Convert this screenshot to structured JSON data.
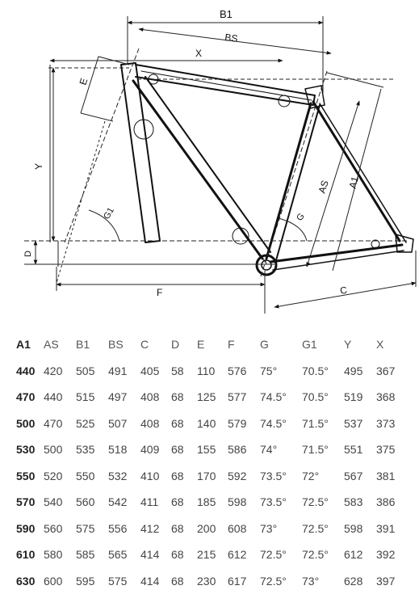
{
  "diagram": {
    "labels": {
      "b1": "B1",
      "bs": "BS",
      "x": "X",
      "e": "E",
      "y": "Y",
      "g1": "G1",
      "d": "D",
      "f": "F",
      "g": "G",
      "as": "AS",
      "a1": "A1",
      "c": "C"
    }
  },
  "table": {
    "headers": [
      "A1",
      "AS",
      "B1",
      "BS",
      "C",
      "D",
      "E",
      "F",
      "G",
      "G1",
      "Y",
      "X"
    ],
    "rows": [
      [
        "440",
        "420",
        "505",
        "491",
        "405",
        "58",
        "110",
        "576",
        "75°",
        "70.5°",
        "495",
        "367"
      ],
      [
        "470",
        "440",
        "515",
        "497",
        "408",
        "68",
        "125",
        "577",
        "74.5°",
        "70.5°",
        "519",
        "368"
      ],
      [
        "500",
        "470",
        "525",
        "507",
        "408",
        "68",
        "140",
        "579",
        "74.5°",
        "71.5°",
        "537",
        "373"
      ],
      [
        "530",
        "500",
        "535",
        "518",
        "409",
        "68",
        "155",
        "586",
        "74°",
        "71.5°",
        "551",
        "375"
      ],
      [
        "550",
        "520",
        "550",
        "532",
        "410",
        "68",
        "170",
        "592",
        "73.5°",
        "72°",
        "567",
        "381"
      ],
      [
        "570",
        "540",
        "560",
        "542",
        "411",
        "68",
        "185",
        "598",
        "73.5°",
        "72.5°",
        "583",
        "386"
      ],
      [
        "590",
        "560",
        "575",
        "556",
        "412",
        "68",
        "200",
        "608",
        "73°",
        "72.5°",
        "598",
        "391"
      ],
      [
        "610",
        "580",
        "585",
        "565",
        "414",
        "68",
        "215",
        "612",
        "72.5°",
        "72.5°",
        "612",
        "392"
      ],
      [
        "630",
        "600",
        "595",
        "575",
        "414",
        "68",
        "230",
        "617",
        "72.5°",
        "73°",
        "628",
        "397"
      ]
    ]
  }
}
